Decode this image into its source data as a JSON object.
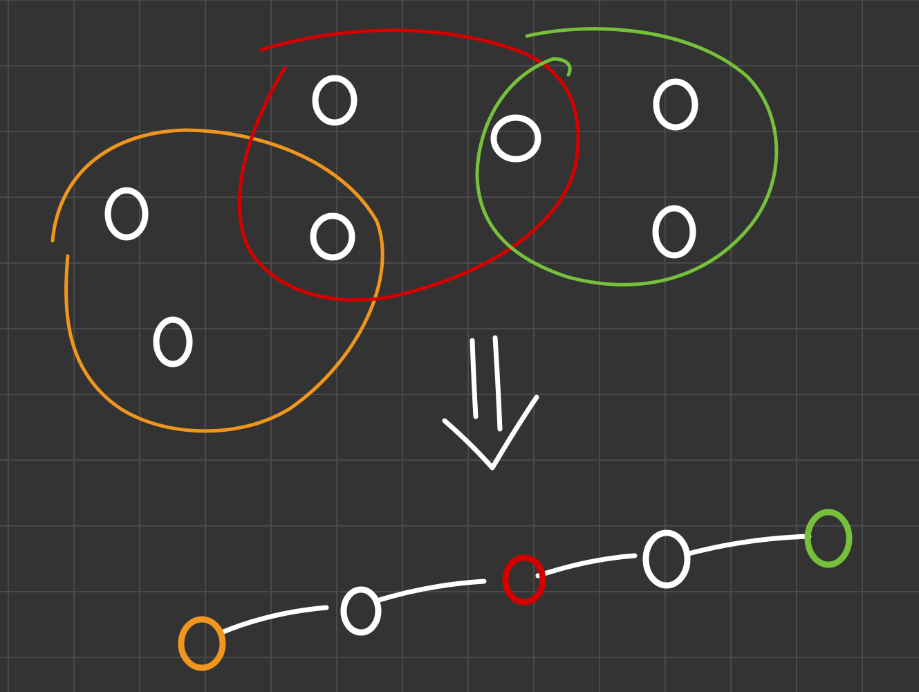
{
  "colors": {
    "background": "#333333",
    "grid": "#4a4a4a",
    "node": "#ffffff",
    "edge": "#ffffff",
    "orange": "#f0961e",
    "red": "#d40000",
    "green": "#76c03c"
  },
  "graph": {
    "nodes": [
      "a",
      "b",
      "c",
      "d",
      "e",
      "f",
      "g"
    ],
    "edges": [
      [
        "a",
        "b"
      ],
      [
        "a",
        "c"
      ],
      [
        "c",
        "b"
      ],
      [
        "b",
        "d"
      ],
      [
        "b",
        "e"
      ],
      [
        "d",
        "e"
      ],
      [
        "e",
        "f"
      ],
      [
        "e",
        "g"
      ],
      [
        "f",
        "g"
      ]
    ],
    "groups": [
      {
        "color": "orange",
        "members": [
          "a",
          "b",
          "c"
        ]
      },
      {
        "color": "red",
        "members": [
          "b",
          "d",
          "e"
        ]
      },
      {
        "color": "green",
        "members": [
          "e",
          "f",
          "g"
        ]
      }
    ]
  },
  "arrow": {
    "direction": "down",
    "icon": "double-arrow-down-icon"
  },
  "chain": {
    "node_colors": [
      "orange",
      "white",
      "red",
      "white",
      "green"
    ]
  }
}
